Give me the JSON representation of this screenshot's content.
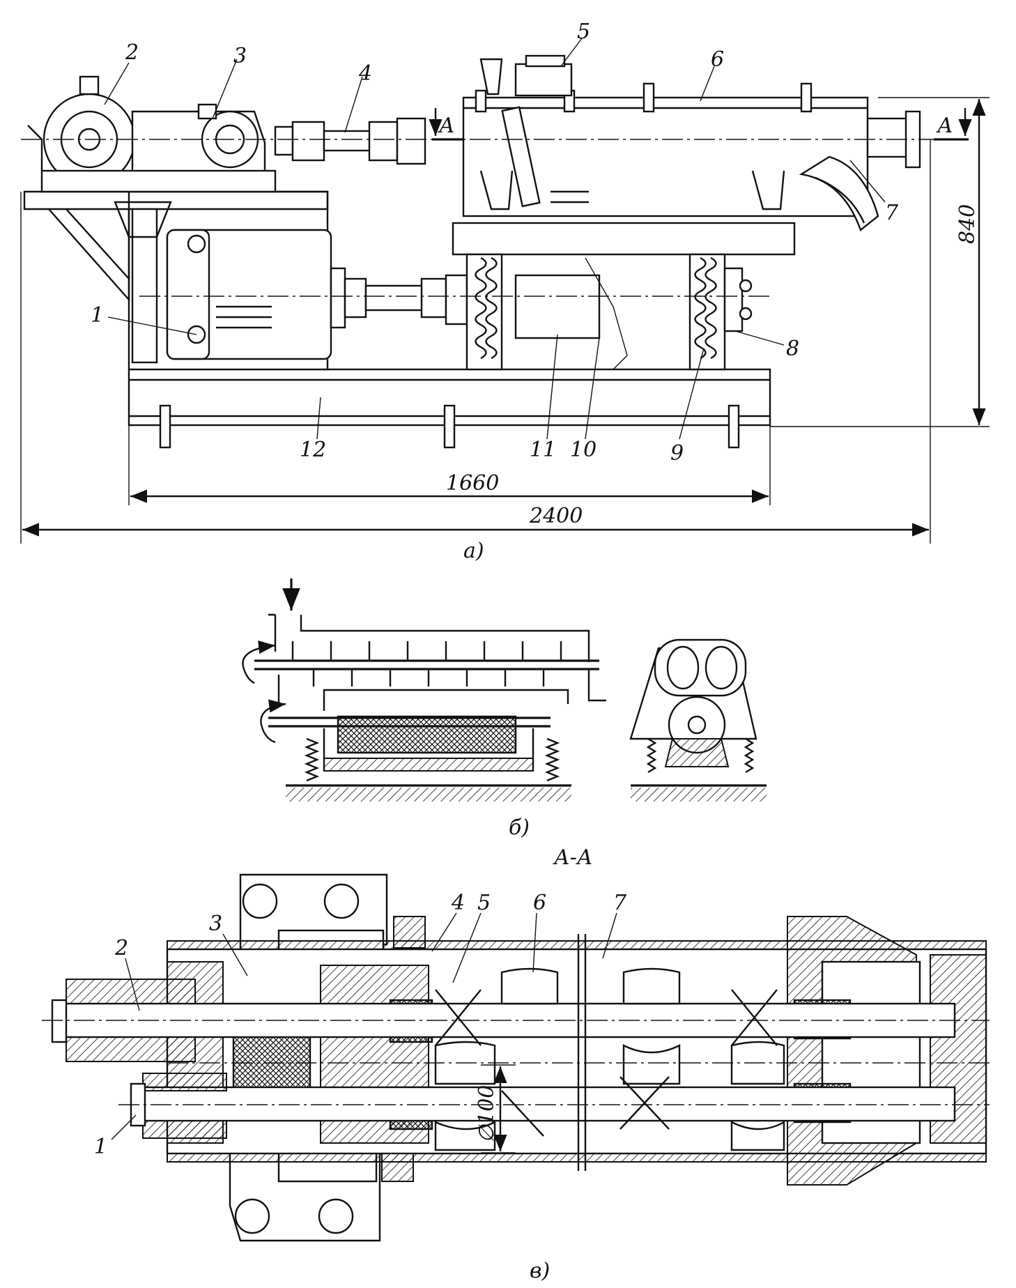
{
  "figure_a": {
    "caption": "а)",
    "labels": [
      "1",
      "2",
      "3",
      "4",
      "5",
      "6",
      "7",
      "8",
      "9",
      "10",
      "11",
      "12"
    ],
    "dimensions": {
      "width_total": "2400",
      "width_base": "1660",
      "height": "840"
    },
    "section_marks": [
      "А",
      "А"
    ]
  },
  "figure_b": {
    "caption": "б)"
  },
  "figure_c": {
    "caption": "в)",
    "section_title": "А-А",
    "labels": [
      "1",
      "2",
      "3",
      "4",
      "5",
      "6",
      "7"
    ],
    "diameter": "∅100"
  }
}
